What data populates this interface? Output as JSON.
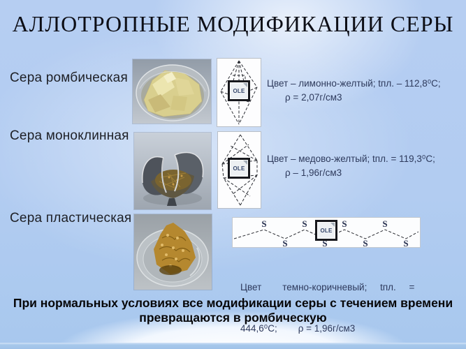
{
  "slide": {
    "title": "АЛЛОТРОПНЫЕ МОДИФИКАЦИИ СЕРЫ",
    "ole_label": "OLE",
    "rows": [
      {
        "label": "Сера ромбическая",
        "props_line1": "Цвет – лимонно-желтый; tпл. – 112,8⁰С;",
        "props_line2": "ρ = 2,07г/см3"
      },
      {
        "label": "Сера моноклинная",
        "props_line1": "Цвет – медово-желтый; tпл. = 119,3⁰С;",
        "props_line2": "ρ – 1,96г/см3"
      },
      {
        "label": "Сера пластическая",
        "props_line1": "Цвет        темно-коричневый;     tпл.     =",
        "props_line2": "444,6⁰С;        ρ = 1,96г/см3"
      }
    ],
    "chain": {
      "atom": "S"
    },
    "footer_line1": "При нормальных условиях все модификации серы с течением времени",
    "footer_line2": "превращаются в ромбическую"
  }
}
